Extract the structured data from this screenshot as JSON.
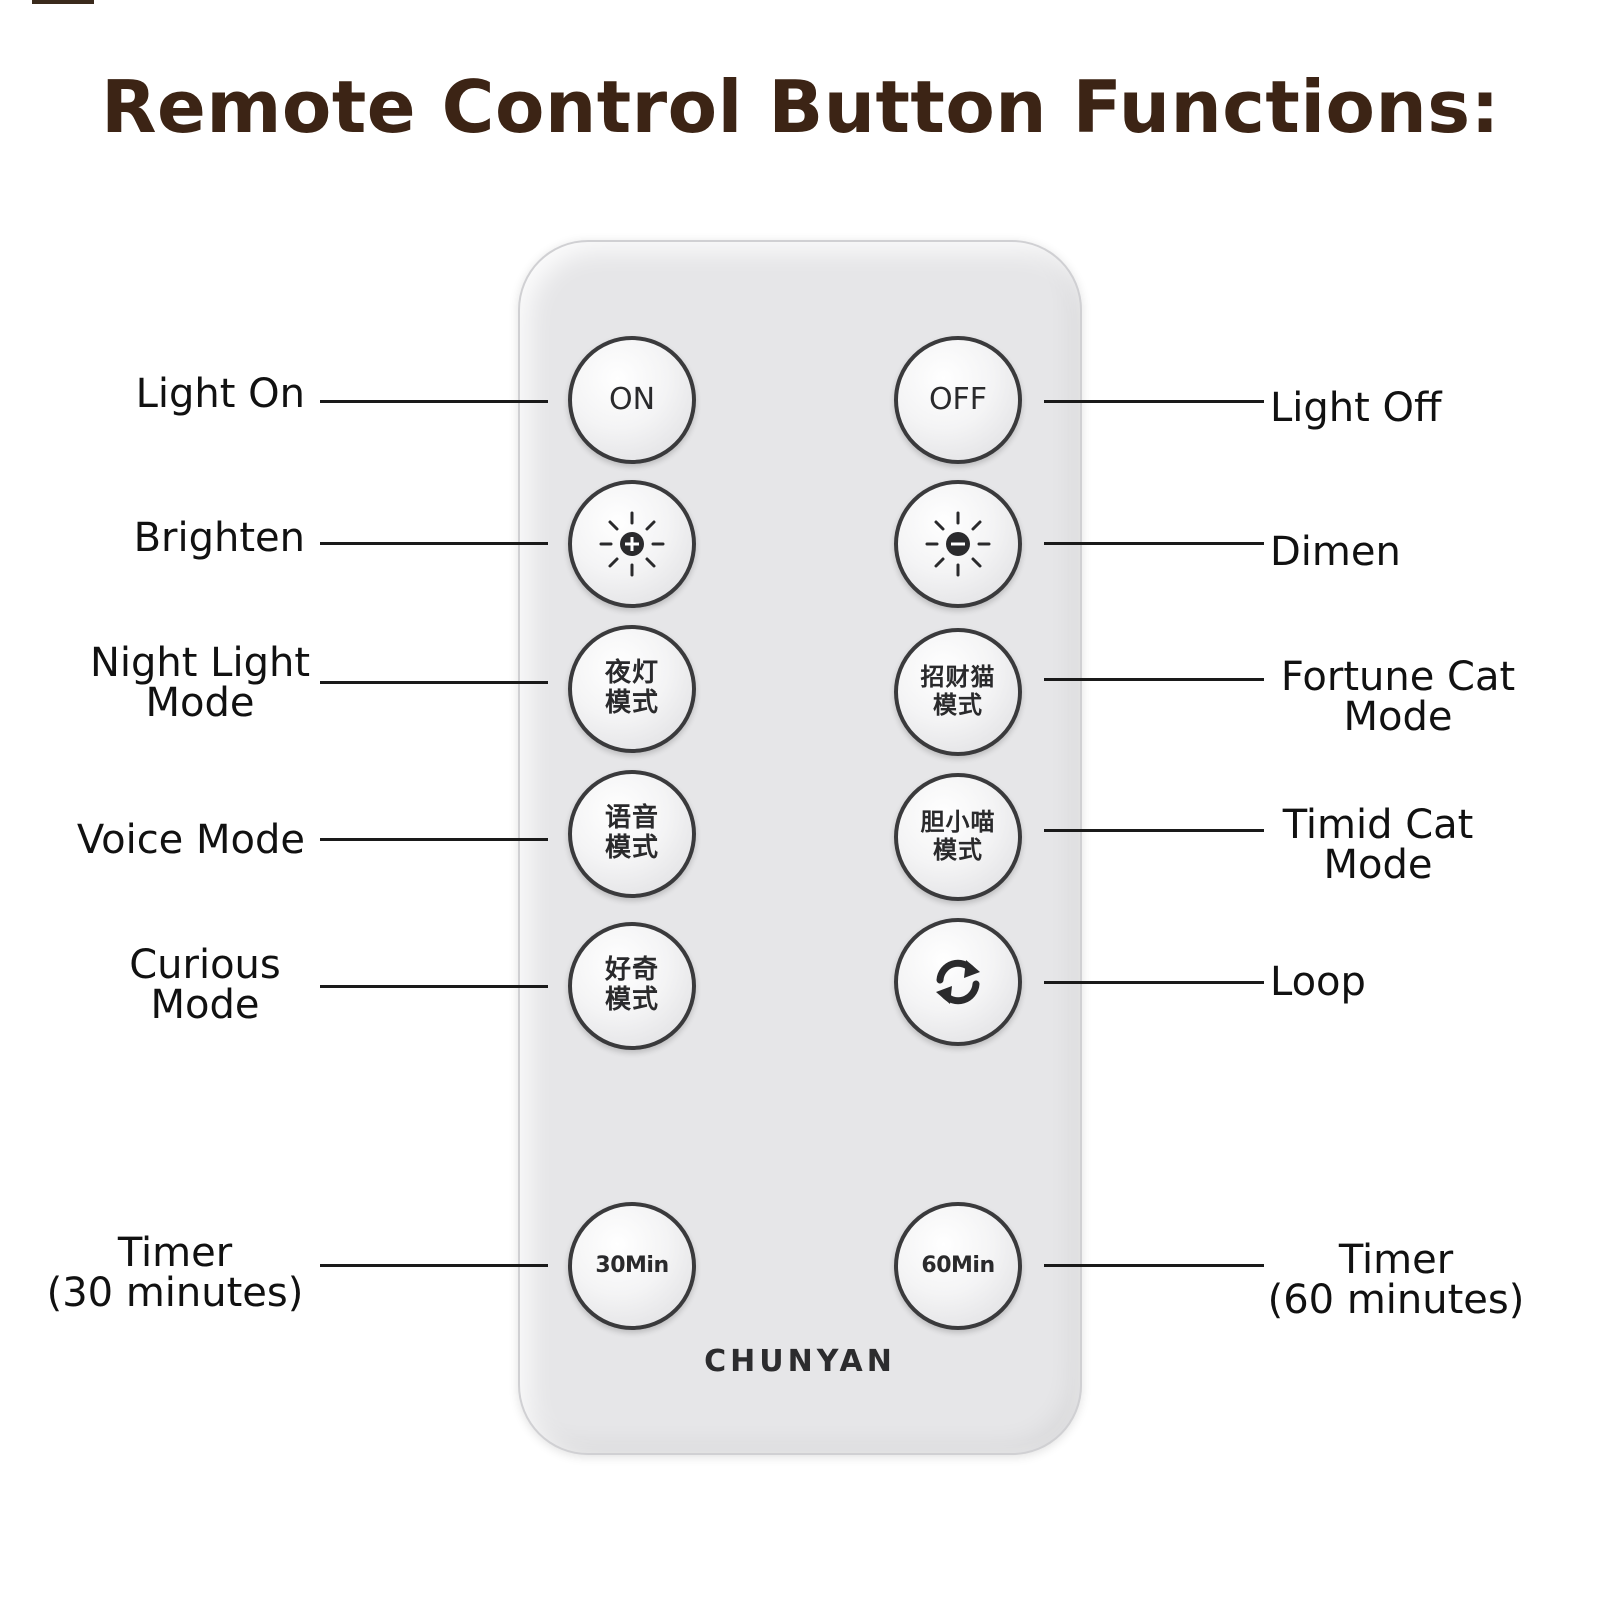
{
  "title": "Remote Control Button Functions:",
  "brand": "CHUNYAN",
  "buttons": {
    "on": "ON",
    "off": "OFF",
    "brighten": "brightness-up-icon",
    "dimen": "brightness-down-icon",
    "night_light": "夜灯\n模式",
    "fortune_cat": "招财猫\n模式",
    "voice": "语音\n模式",
    "timid_cat": "胆小喵\n模式",
    "curious": "好奇\n模式",
    "loop": "loop-icon",
    "timer30": "30Min",
    "timer60": "60Min"
  },
  "labels": {
    "light_on": "Light On",
    "light_off": "Light Off",
    "brighten": "Brighten",
    "dimen": "Dimen",
    "night_light": "Night Light\nMode",
    "fortune_cat": "Fortune Cat\nMode",
    "voice": "Voice Mode",
    "timid_cat": "Timid Cat\nMode",
    "curious": "Curious\nMode",
    "loop": "Loop",
    "timer30": "Timer\n(30 minutes)",
    "timer60": "Timer\n(60 minutes)"
  },
  "colors": {
    "title": "#3c2415",
    "remote_body": "#e6e6e8",
    "button_ring": "#3a3a3c"
  }
}
